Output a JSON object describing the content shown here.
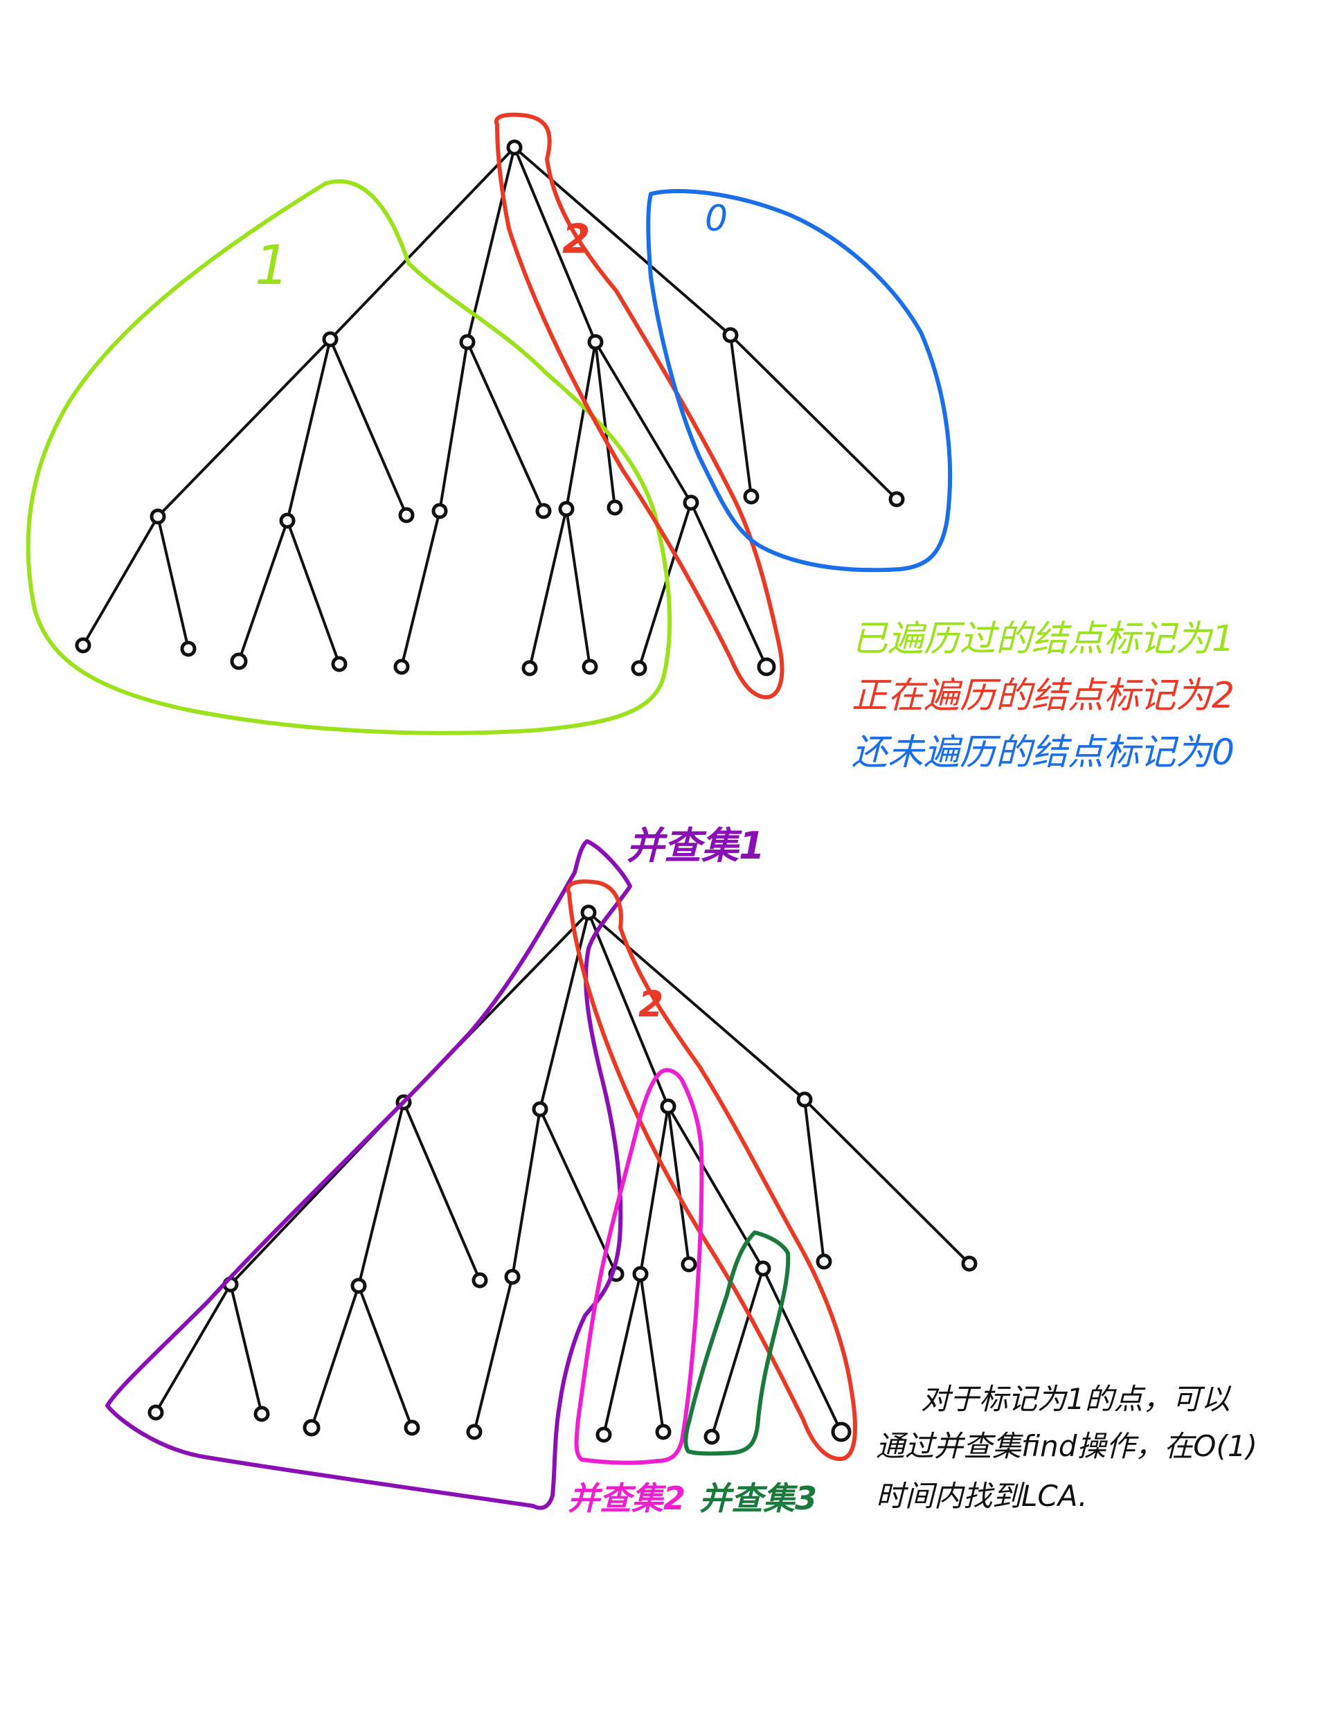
{
  "colors": {
    "tree": "#111111",
    "visited": "#9be21a",
    "visiting": "#ea3a25",
    "unvisited": "#1a6fe8",
    "set1": "#8a0fb5",
    "set2": "#ee1fd0",
    "set3": "#1a7a3c",
    "note": "#111111"
  },
  "top_diagram": {
    "group_labels": {
      "visited": "1",
      "visiting": "2",
      "unvisited": "0"
    },
    "legend": {
      "visited": "已遍历过的结点标记为1",
      "visiting": "正在遍历的结点标记为2",
      "unvisited": "还未遍历的结点标记为0"
    }
  },
  "bottom_diagram": {
    "visiting_label": "2",
    "set_labels": {
      "set1": "并查集1",
      "set2": "并查集2",
      "set3": "并查集3"
    },
    "note_lines": [
      "对于标记为1的点，可以",
      "通过并查集find操作，在O(1)",
      "时间内找到LCA."
    ]
  }
}
